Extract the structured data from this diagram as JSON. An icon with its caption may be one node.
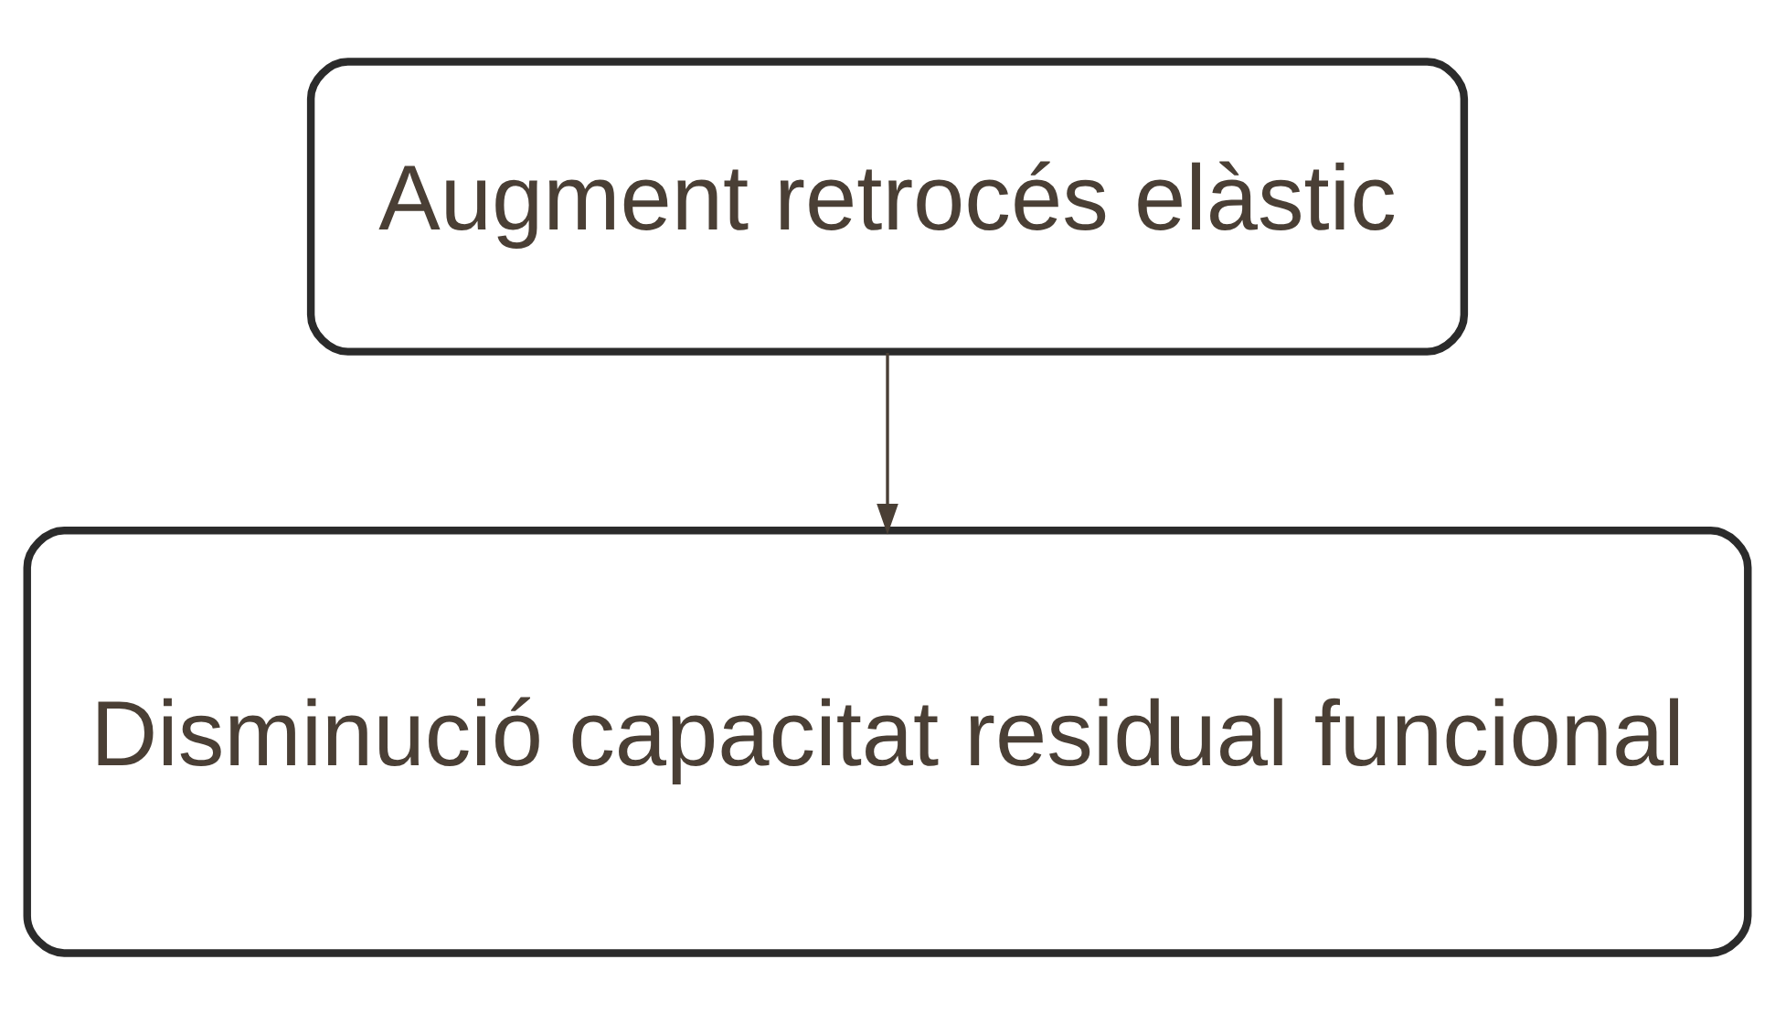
{
  "diagram": {
    "nodes": [
      {
        "text": [
          "Augment retrocés elàstic"
        ]
      },
      {
        "text": [
          "Disminució capacitat residual funcional"
        ]
      }
    ],
    "edges": [
      {
        "from": 0,
        "to": 1,
        "arrow": "to"
      }
    ]
  }
}
